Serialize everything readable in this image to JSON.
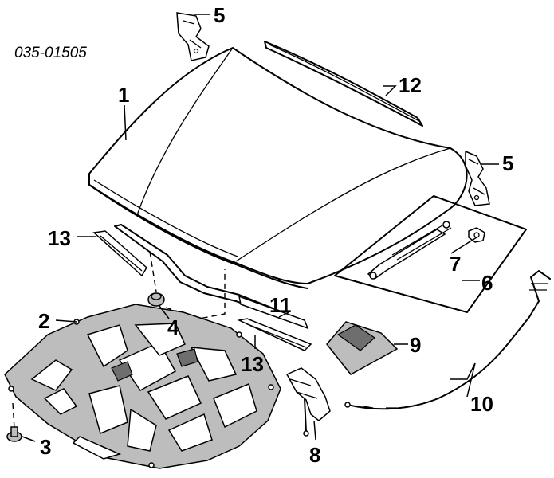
{
  "diagram": {
    "part_code": "035-01505",
    "callouts": {
      "c1": "1",
      "c2": "2",
      "c3": "3",
      "c4": "4",
      "c5_top": "5",
      "c5_right": "5",
      "c6": "6",
      "c7": "7",
      "c8": "8",
      "c9": "9",
      "c10": "10",
      "c11": "11",
      "c12": "12",
      "c13_left": "13",
      "c13_lower": "13"
    }
  }
}
